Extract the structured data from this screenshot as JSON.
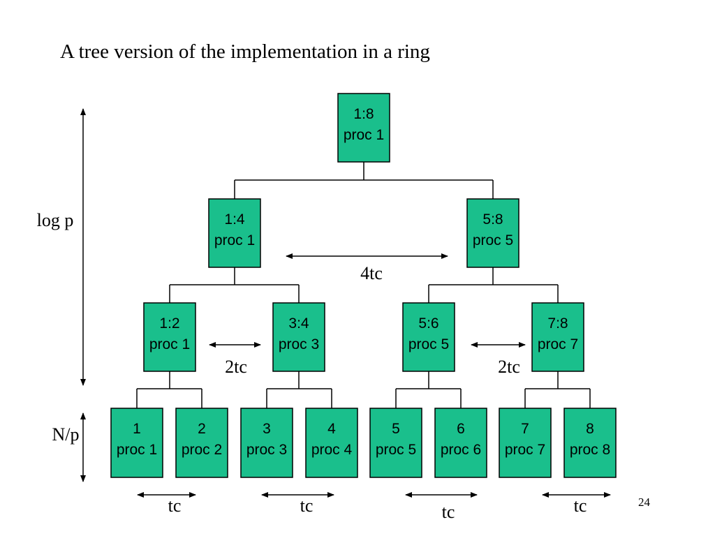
{
  "slide": {
    "title": "A tree version of the implementation in a ring",
    "page_number": "24"
  },
  "colors": {
    "box_fill": "#1ABF8C",
    "box_stroke": "#000000",
    "line": "#000000",
    "text": "#000000"
  },
  "tree": {
    "level0": [
      {
        "range": "1:8",
        "proc": "proc 1"
      }
    ],
    "level1": [
      {
        "range": "1:4",
        "proc": "proc 1"
      },
      {
        "range": "5:8",
        "proc": "proc 5"
      }
    ],
    "level2": [
      {
        "range": "1:2",
        "proc": "proc 1"
      },
      {
        "range": "3:4",
        "proc": "proc 3"
      },
      {
        "range": "5:6",
        "proc": "proc 5"
      },
      {
        "range": "7:8",
        "proc": "proc 7"
      }
    ],
    "level3": [
      {
        "range": "1",
        "proc": "proc 1"
      },
      {
        "range": "2",
        "proc": "proc 2"
      },
      {
        "range": "3",
        "proc": "proc 3"
      },
      {
        "range": "4",
        "proc": "proc 4"
      },
      {
        "range": "5",
        "proc": "proc 5"
      },
      {
        "range": "6",
        "proc": "proc 6"
      },
      {
        "range": "7",
        "proc": "proc 7"
      },
      {
        "range": "8",
        "proc": "proc 8"
      }
    ]
  },
  "annotations": {
    "log_p": "log p",
    "n_over_p": "N/p",
    "cost_level1": "4tc",
    "cost_level2_left": "2tc",
    "cost_level2_right": "2tc",
    "cost_leaf": [
      "tc",
      "tc",
      "tc",
      "tc"
    ]
  }
}
